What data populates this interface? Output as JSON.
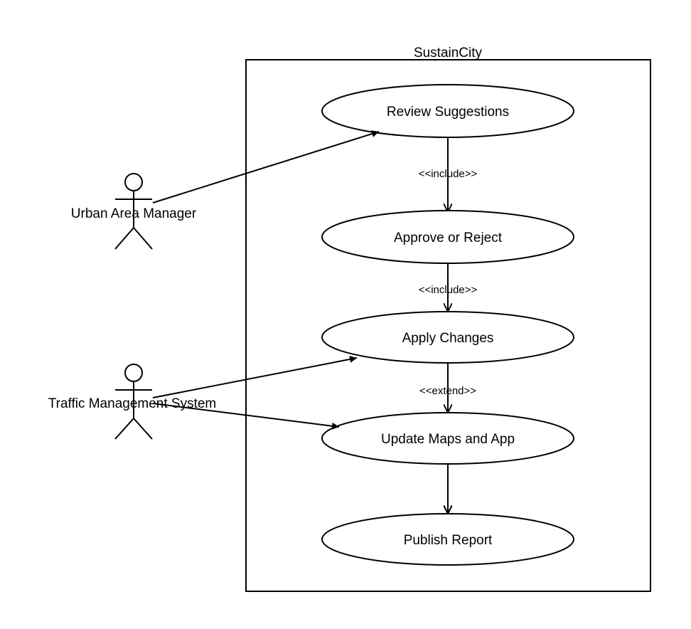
{
  "system": {
    "name": "SustainCity"
  },
  "actors": [
    {
      "id": "urban-area-manager",
      "name": "Urban Area Manager"
    },
    {
      "id": "traffic-management-system",
      "name": "Traffic Management System"
    }
  ],
  "use_cases": [
    {
      "id": "review-suggestions",
      "label": "Review Suggestions"
    },
    {
      "id": "approve-or-reject",
      "label": "Approve or Reject"
    },
    {
      "id": "apply-changes",
      "label": "Apply Changes"
    },
    {
      "id": "update-maps-and-app",
      "label": "Update Maps and App"
    },
    {
      "id": "publish-report",
      "label": "Publish Report"
    }
  ],
  "relationships": [
    {
      "from": "urban-area-manager",
      "to": "review-suggestions",
      "type": "association"
    },
    {
      "from": "traffic-management-system",
      "to": "apply-changes",
      "type": "association"
    },
    {
      "from": "traffic-management-system",
      "to": "update-maps-and-app",
      "type": "association"
    },
    {
      "from": "review-suggestions",
      "to": "approve-or-reject",
      "type": "include",
      "label": "<<include>>"
    },
    {
      "from": "approve-or-reject",
      "to": "apply-changes",
      "type": "include",
      "label": "<<include>>"
    },
    {
      "from": "apply-changes",
      "to": "update-maps-and-app",
      "type": "extend",
      "label": "<<extend>>"
    },
    {
      "from": "update-maps-and-app",
      "to": "publish-report",
      "type": "association"
    }
  ]
}
